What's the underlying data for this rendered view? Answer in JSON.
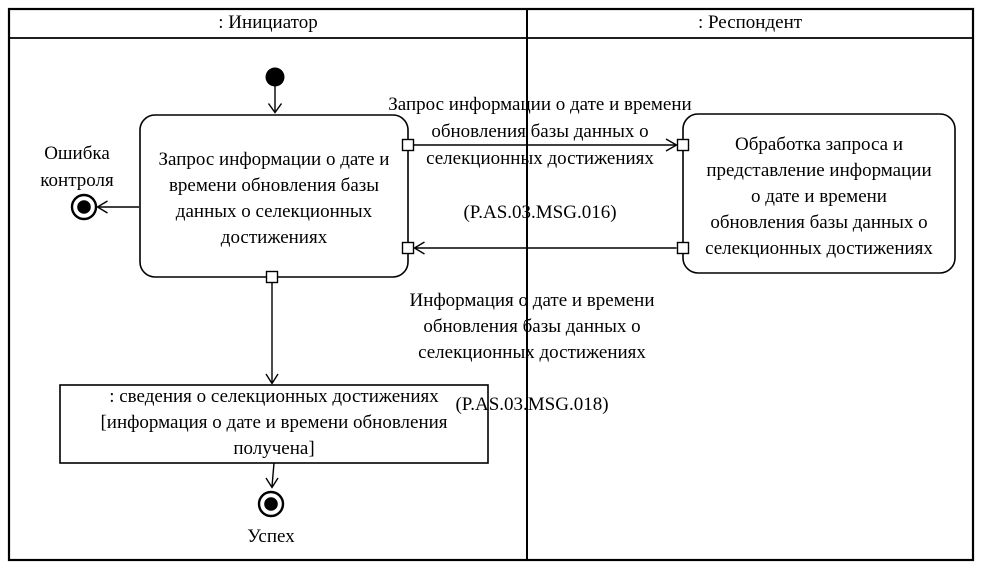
{
  "diagram": {
    "title": "Activity diagram: request of date/time of database update on selection achievements",
    "lanes": [
      {
        "title": ": Инициатор"
      },
      {
        "title": ": Респондент"
      }
    ],
    "nodes": {
      "initiator_activity": "Запрос информации о дате и\nвремени обновления базы\nданных о селекционных\nдостижениях",
      "respondent_activity": "Обработка запроса и\nпредставление информации\nо дате и времени\nобновления базы данных о\nселекционных достижениях",
      "object_state": ": сведения о селекционных достижениях\n[информация о дате и времени обновления\nполучена]",
      "error_final_label": "Ошибка\nконтроля",
      "success_final_label": "Успех"
    },
    "messages": {
      "request": {
        "text": "Запрос информации о дате и времени\nобновления базы данных о\nселекционных достижениях",
        "code": "(P.AS.03.MSG.016)"
      },
      "response": {
        "text": "Информация о дате и времени\nобновления базы данных о\nселекционных достижениях",
        "code": "(P.AS.03.MSG.018)"
      }
    },
    "colors": {
      "line": "#000000",
      "fill": "#ffffff"
    }
  }
}
